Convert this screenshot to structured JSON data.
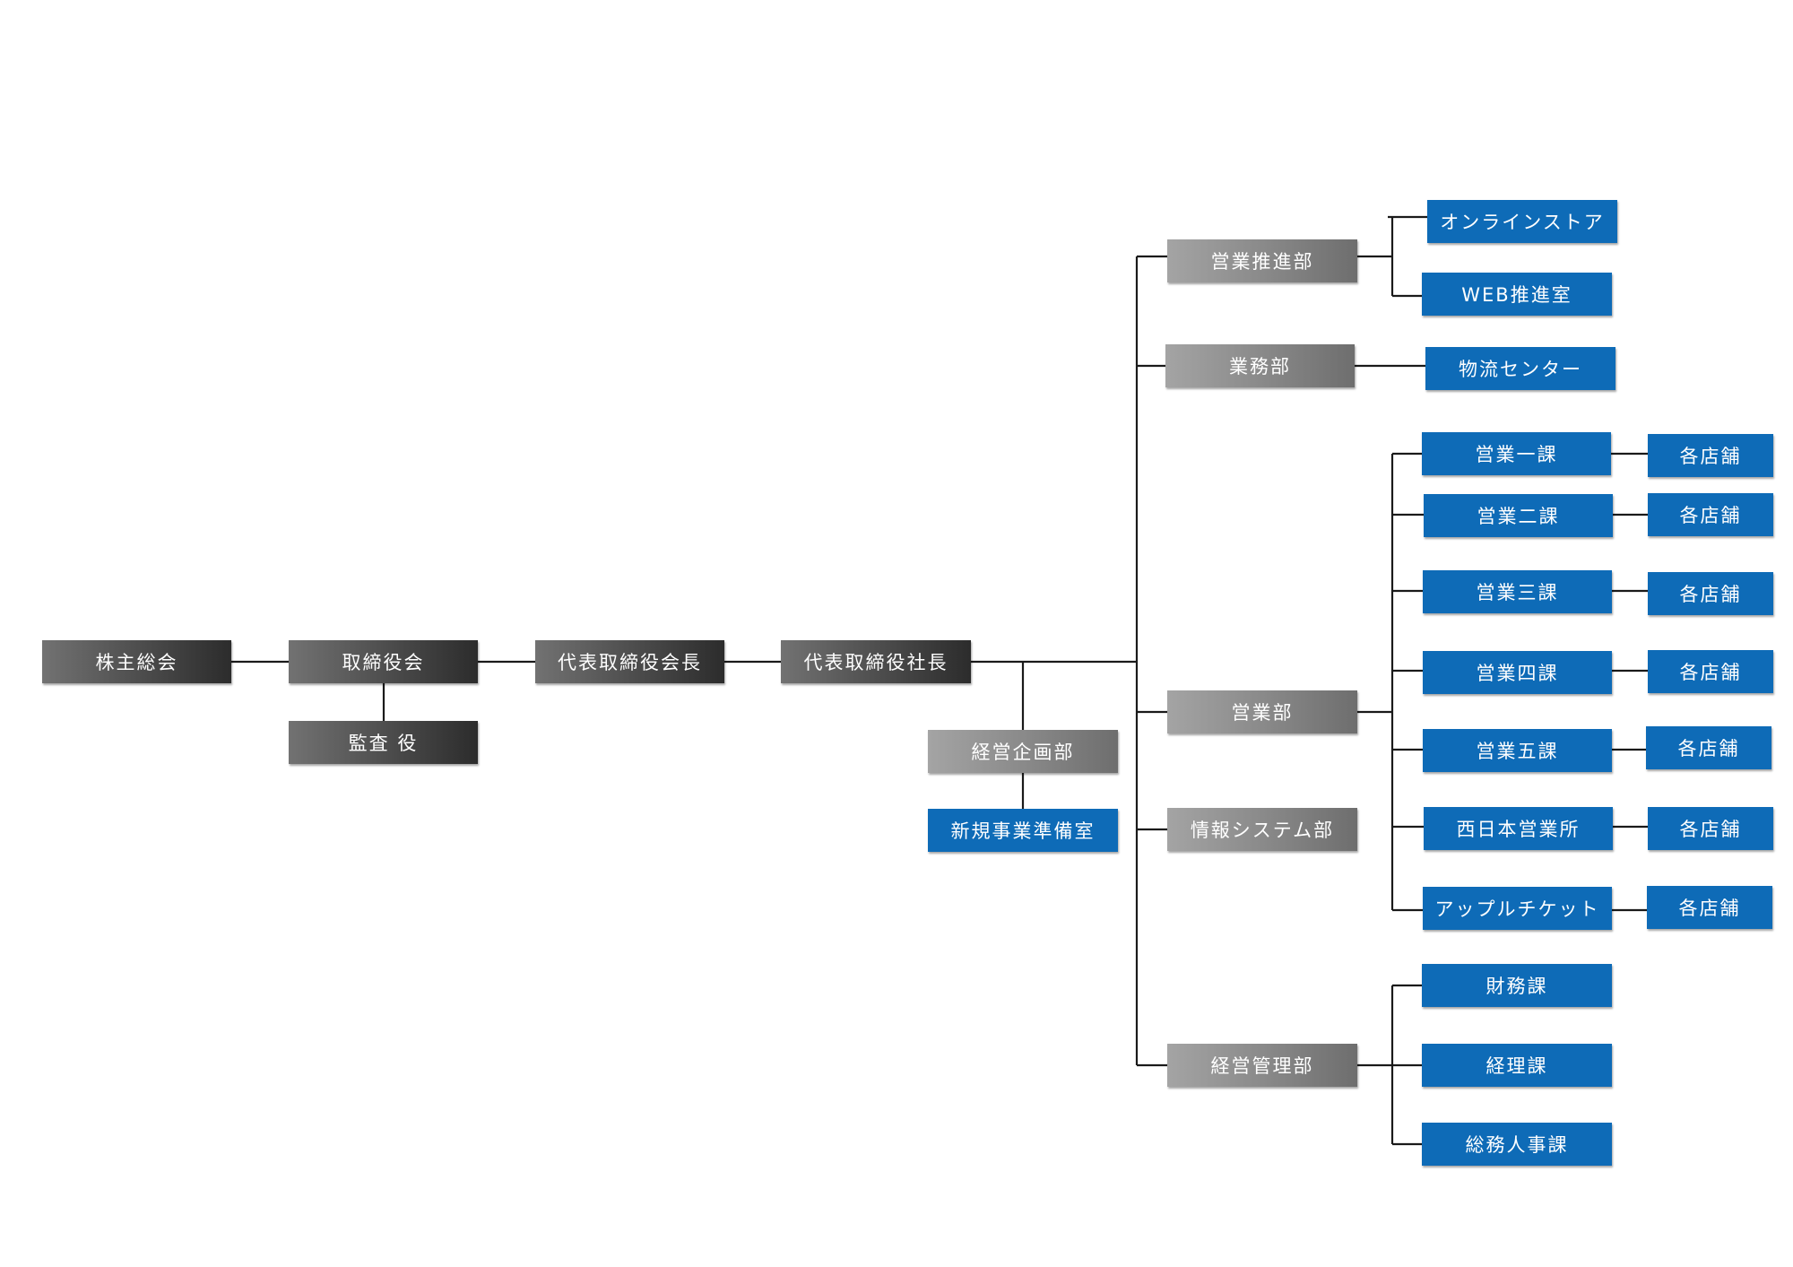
{
  "nodes": {
    "shareholders": "株主総会",
    "board": "取締役会",
    "auditor": "監査 役",
    "chairman": "代表取締役会長",
    "president": "代表取締役社長",
    "corp_planning": "経営企画部",
    "new_business": "新規事業準備室",
    "sales_promo": "営業推進部",
    "online_store": "オンラインストア",
    "web_promo": "WEB推進室",
    "operations": "業務部",
    "logistics": "物流センター",
    "sales": "営業部",
    "sales_1": "営業一課",
    "sales_2": "営業二課",
    "sales_3": "営業三課",
    "sales_4": "営業四課",
    "sales_5": "営業五課",
    "west_japan": "西日本営業所",
    "apple_ticket": "アップルチケット",
    "stores": "各店舗",
    "info_systems": "情報システム部",
    "management": "経営管理部",
    "finance": "財務課",
    "accounting": "経理課",
    "general_hr": "総務人事課"
  },
  "colors": {
    "executive": "#3a3a3a",
    "department": "#8a8a8a",
    "section": "#0e6bb7",
    "connector": "#1a1a1a"
  }
}
